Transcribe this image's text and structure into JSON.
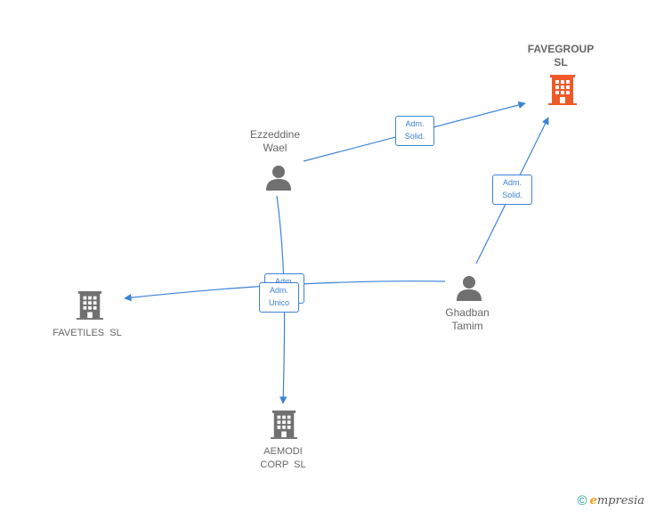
{
  "nodes": {
    "favegroup": {
      "label": "FAVEGROUP\nSL",
      "color": "#f05a28"
    },
    "ezzeddine": {
      "label": "Ezzeddine\nWael",
      "color": "#707070"
    },
    "ghadban": {
      "label": "Ghadban\nTamim",
      "color": "#707070"
    },
    "favetiles": {
      "label": "FAVETILES  SL",
      "color": "#707070"
    },
    "aemodi": {
      "label": "AEMODI\nCORP  SL",
      "color": "#707070"
    }
  },
  "edges": {
    "ezz_fave": "Adm.\nSolid.",
    "gha_fave": "Adm.\nSolid.",
    "ezz_favetiles": "Adm.\nUnico",
    "gha_favetiles": "Adm.\nUnico"
  },
  "colors": {
    "edge": "#3c82d6"
  },
  "footer": {
    "copyright": "©",
    "brand_initial": "e",
    "brand_rest": "mpresia"
  }
}
